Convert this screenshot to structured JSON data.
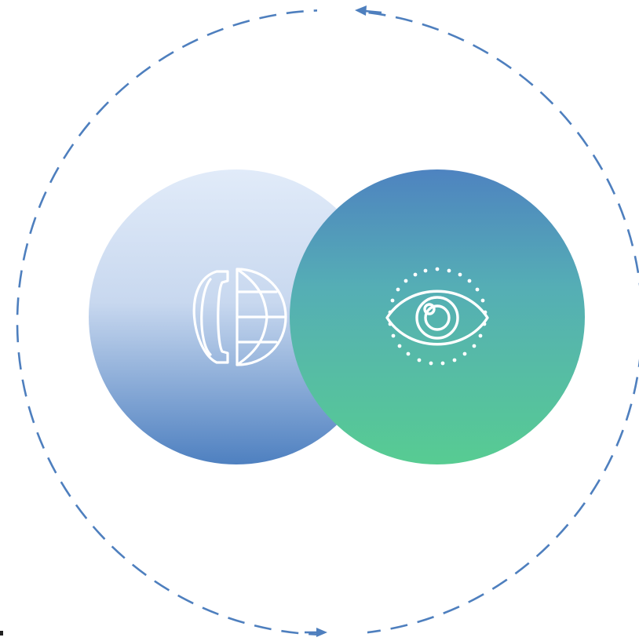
{
  "diagram": {
    "type": "venn-cycle",
    "cycle": {
      "style": "dashed",
      "direction": "clockwise",
      "arrowheads": 2,
      "color": "#4E7FBE"
    },
    "nodes": [
      {
        "id": "left",
        "icon": "phone-globe-icon",
        "gradient": [
          "#E1EBF9",
          "#4E80C0"
        ],
        "icon_color": "#FFFFFF"
      },
      {
        "id": "right",
        "icon": "eye-icon",
        "gradient": [
          "#4E83C0",
          "#57CC92"
        ],
        "icon_color": "#FFFFFF"
      }
    ]
  }
}
